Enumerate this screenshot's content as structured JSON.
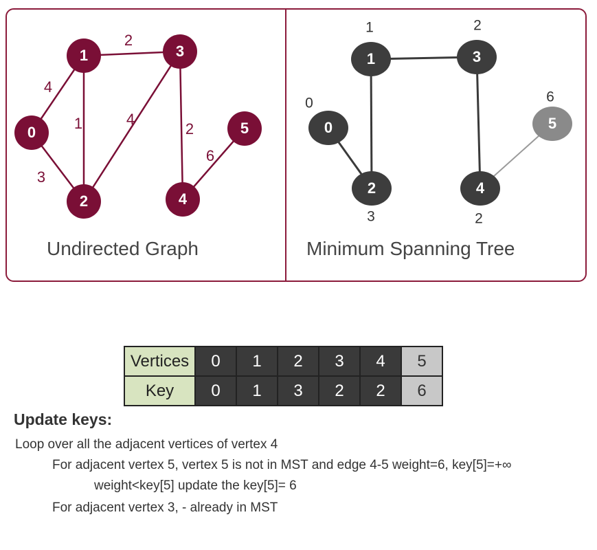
{
  "left_graph": {
    "caption": "Undirected Graph",
    "color": "#7a0f36",
    "nodes": [
      {
        "id": "0",
        "label": "0"
      },
      {
        "id": "1",
        "label": "1"
      },
      {
        "id": "2",
        "label": "2"
      },
      {
        "id": "3",
        "label": "3"
      },
      {
        "id": "4",
        "label": "4"
      },
      {
        "id": "5",
        "label": "5"
      }
    ],
    "edges": [
      {
        "from": "1",
        "to": "3",
        "weight": "2"
      },
      {
        "from": "0",
        "to": "1",
        "weight": "4"
      },
      {
        "from": "1",
        "to": "2",
        "weight": "1"
      },
      {
        "from": "2",
        "to": "3",
        "weight": "4"
      },
      {
        "from": "3",
        "to": "4",
        "weight": "2"
      },
      {
        "from": "4",
        "to": "5",
        "weight": "6"
      },
      {
        "from": "0",
        "to": "2",
        "weight": "3"
      }
    ]
  },
  "right_graph": {
    "caption": "Minimum Spanning Tree",
    "node_color": "#3d3d3d",
    "highlight_color": "#8a8a8a",
    "nodes": [
      {
        "id": "0",
        "label": "0",
        "key": "0"
      },
      {
        "id": "1",
        "label": "1",
        "key": "1"
      },
      {
        "id": "2",
        "label": "2",
        "key": "3"
      },
      {
        "id": "3",
        "label": "3",
        "key": "2"
      },
      {
        "id": "4",
        "label": "4",
        "key": "2"
      },
      {
        "id": "5",
        "label": "5",
        "key": "6",
        "highlighted": true
      }
    ],
    "edges": [
      {
        "from": "1",
        "to": "3"
      },
      {
        "from": "1",
        "to": "2"
      },
      {
        "from": "0",
        "to": "2"
      },
      {
        "from": "3",
        "to": "4"
      },
      {
        "from": "4",
        "to": "5",
        "highlighted": true
      }
    ]
  },
  "key_table": {
    "vertices_header": "Vertices",
    "key_header": "Key",
    "vertices": [
      "0",
      "1",
      "2",
      "3",
      "4",
      "5"
    ],
    "keys": [
      "0",
      "1",
      "3",
      "2",
      "2",
      "6"
    ],
    "highlight_column": 5
  },
  "update": {
    "title": "Update keys:",
    "lines": [
      "Loop over all the adjacent vertices of vertex 4",
      "For adjacent vertex 5, vertex 5 is not in MST and edge 4-5 weight=6, key[5]=+∞",
      "weight<key[5] update the key[5]= 6",
      "For adjacent vertex 3, - already in MST"
    ]
  }
}
